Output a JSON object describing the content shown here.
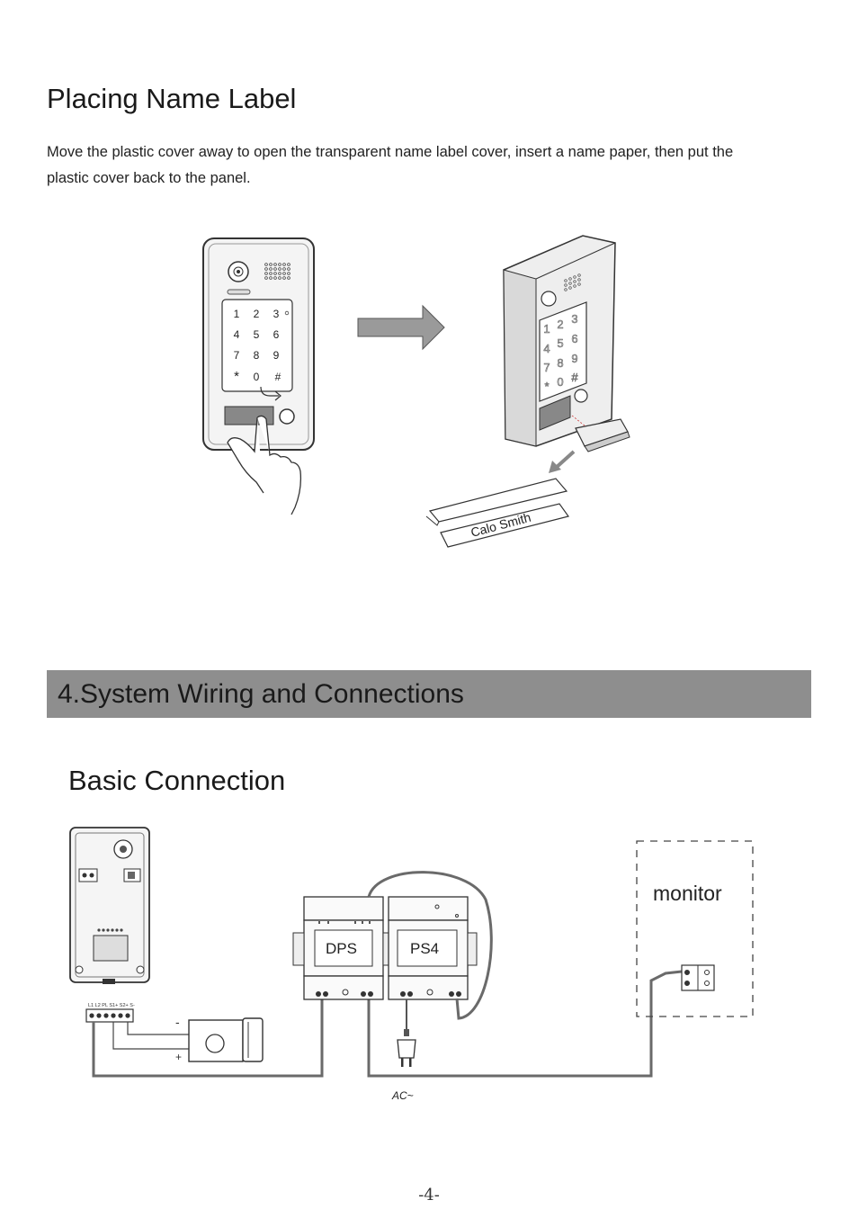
{
  "section_placing": {
    "title": "Placing Name Label",
    "paragraph": "Move the plastic cover away to open the transparent name label cover,  insert a name paper, then put the plastic cover back to the panel."
  },
  "keypad": {
    "keys": [
      "1",
      "2",
      "3",
      "4",
      "5",
      "6",
      "7",
      "8",
      "9",
      "*",
      "0",
      "#"
    ]
  },
  "name_label": {
    "text": "Calo Smith"
  },
  "section_wiring": {
    "title": "4.System Wiring and Connections",
    "subtitle": "Basic Connection"
  },
  "diagram": {
    "dps_label": "DPS",
    "ps4_label": "PS4",
    "monitor_label": "monitor",
    "ac_label": "AC~",
    "terminal_labels": "L1  L2  PL  S1+  S2+  S-",
    "lock_minus": "-",
    "lock_plus": "+"
  },
  "colors": {
    "banner": "#8e8e8e",
    "wire": "#6a6a6a"
  },
  "page_number": "-4-"
}
